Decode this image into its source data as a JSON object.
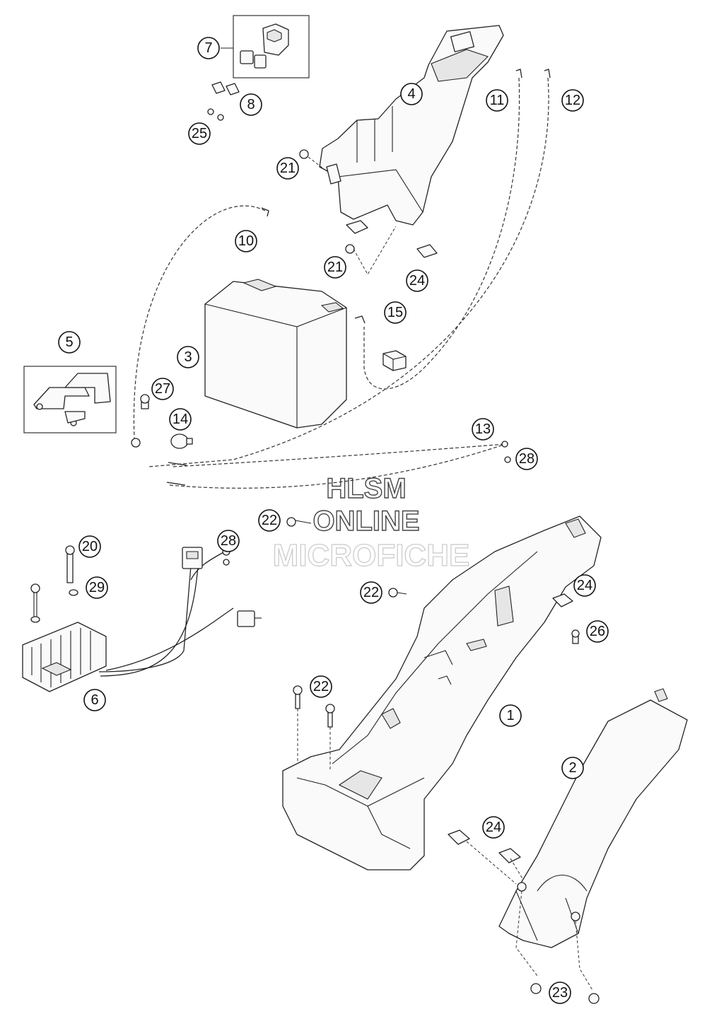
{
  "watermark": {
    "line1": "HLSM",
    "line2": "ONLINE",
    "line3": "MICROFICHE"
  },
  "callouts": [
    "1",
    "2",
    "3",
    "4",
    "5",
    "6",
    "7",
    "8",
    "10",
    "11",
    "12",
    "13",
    "14",
    "15",
    "20",
    "21",
    "21",
    "22",
    "22",
    "22",
    "23",
    "24",
    "24",
    "24",
    "25",
    "26",
    "27",
    "28",
    "28",
    "29"
  ]
}
